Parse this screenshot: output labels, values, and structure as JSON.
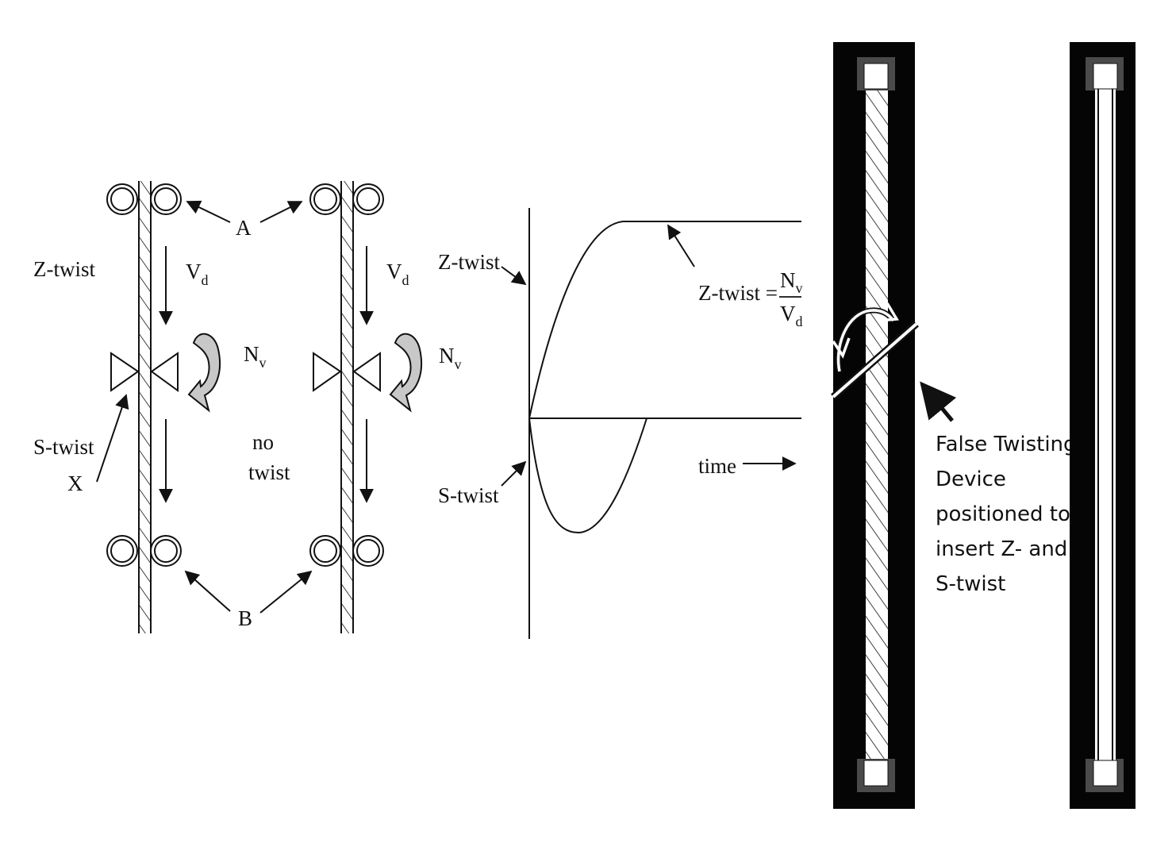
{
  "figure": {
    "labels": {
      "z_twist": "Z-twist",
      "s_twist": "S-twist",
      "point_x": "X",
      "roller_a": "A",
      "roller_b": "B",
      "speed_symbol": "V",
      "speed_sub": "d",
      "spin_symbol": "N",
      "spin_sub": "v",
      "no_twist_1": "no",
      "no_twist_2": "twist"
    },
    "graph": {
      "z_twist": "Z-twist",
      "s_twist": "S-twist",
      "time": "time",
      "formula_lhs": "Z-twist =",
      "formula_num": "N",
      "formula_num_sub": "v",
      "formula_den": "V",
      "formula_den_sub": "d"
    },
    "device_note": [
      "False Twisting",
      "Device",
      "positioned to",
      "insert Z- and",
      "S-twist"
    ],
    "colors": {
      "ink": "#111111",
      "panel": "#050505",
      "arrow_fill": "#c8c8c8"
    }
  }
}
